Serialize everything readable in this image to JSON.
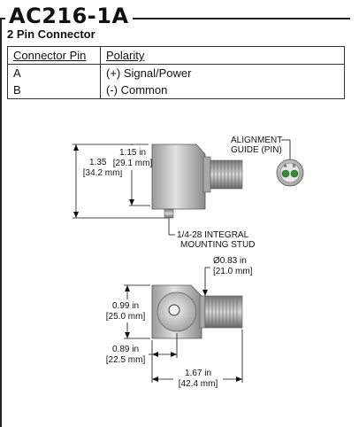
{
  "title": "AC216-1A",
  "subtitle": "2 Pin Connector",
  "table": {
    "headers": [
      "Connector Pin",
      "Polarity"
    ],
    "rows": [
      [
        "A",
        "(+) Signal/Power"
      ],
      [
        "B",
        "(-) Common"
      ]
    ]
  },
  "drawing": {
    "height_total": "1.35 in",
    "height_total_mm": "[34.2 mm]",
    "height_body": "1.15 in",
    "height_body_mm": "[29.1 mm]",
    "alignment_line1": "ALIGNMENT",
    "alignment_line2": "GUIDE (PIN)",
    "pin_a": "A",
    "pin_b": "B",
    "stud_line1": "1/4-28 INTEGRAL",
    "stud_line2": "MOUNTING STUD",
    "diameter": "Ø0.83 in",
    "diameter_mm": "[21.0 mm]",
    "body_width": "0.99 in",
    "body_width_mm": "[25.0 mm]",
    "center_offset": "0.89 in",
    "center_offset_mm": "[22.5 mm]",
    "length": "1.67 in",
    "length_mm": "[42.4 mm]"
  }
}
